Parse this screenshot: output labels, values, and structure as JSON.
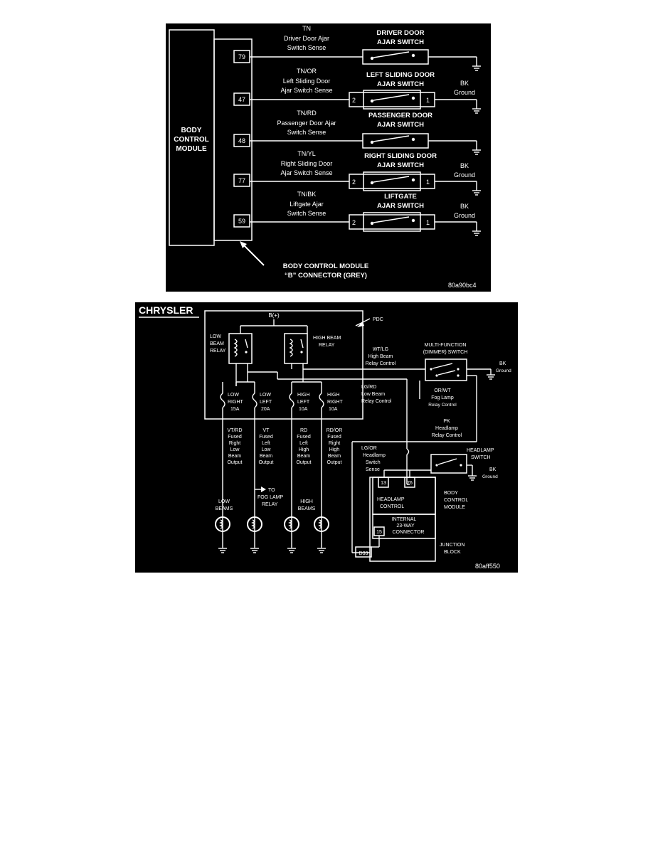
{
  "door_ajar_diagram": {
    "module_label": [
      "BODY",
      "CONTROL",
      "MODULE"
    ],
    "pins": [
      "79",
      "47",
      "48",
      "77",
      "59"
    ],
    "circuits": [
      {
        "color": "TN",
        "desc": [
          "Driver Door Ajar",
          "Switch Sense"
        ],
        "switch": [
          "DRIVER DOOR",
          "AJAR SWITCH"
        ],
        "ground": null
      },
      {
        "color": "TN/OR",
        "desc": [
          "Left Sliding Door",
          "Ajar Switch Sense"
        ],
        "switch": [
          "LEFT SLIDING DOOR",
          "AJAR SWITCH"
        ],
        "ground": [
          "BK",
          "Ground"
        ]
      },
      {
        "color": "TN/RD",
        "desc": [
          "Passenger Door Ajar",
          "Switch Sense"
        ],
        "switch": [
          "PASSENGER DOOR",
          "AJAR SWITCH"
        ],
        "ground": null
      },
      {
        "color": "TN/YL",
        "desc": [
          "Right Sliding Door",
          "Ajar Switch Sense"
        ],
        "switch": [
          "RIGHT SLIDING DOOR",
          "AJAR SWITCH"
        ],
        "ground": [
          "BK",
          "Ground"
        ]
      },
      {
        "color": "TN/BK",
        "desc": [
          "Liftgate Ajar",
          "Switch Sense"
        ],
        "switch": [
          "LIFTGATE",
          "AJAR SWITCH"
        ],
        "ground": [
          "BK",
          "Ground"
        ]
      }
    ],
    "switch_pin_left": "2",
    "switch_pin_right": "1",
    "connector_label": [
      "BODY CONTROL MODULE",
      "“B” CONNECTOR (GREY)"
    ],
    "figure_code": "80a90bc4"
  },
  "headlamp_diagram": {
    "brand": "CHRYSLER",
    "bplus": "B(+)",
    "pdc": "PDC",
    "low_relay": [
      "LOW",
      "BEAM",
      "RELAY"
    ],
    "high_relay": [
      "HIGH BEAM",
      "RELAY"
    ],
    "fuses": [
      {
        "label": [
          "LOW",
          "RIGHT",
          "15A"
        ]
      },
      {
        "label": [
          "LOW",
          "LEFT",
          "20A"
        ]
      },
      {
        "label": [
          "HIGH",
          "LEFT",
          "10A"
        ]
      },
      {
        "label": [
          "HIGH",
          "RIGHT",
          "10A"
        ]
      }
    ],
    "outputs": [
      [
        "VT/RD",
        "Fused",
        "Right",
        "Low",
        "Beam",
        "Output"
      ],
      [
        "VT",
        "Fused",
        "Left",
        "Low",
        "Beam",
        "Output"
      ],
      [
        "RD",
        "Fused",
        "Left",
        "High",
        "Beam",
        "Output"
      ],
      [
        "RD/OR",
        "Fused",
        "Right",
        "High",
        "Beam",
        "Output"
      ]
    ],
    "high_beam_ctrl": [
      "WT/LG",
      "High Beam",
      "Relay Control"
    ],
    "low_beam_ctrl": [
      "LG/RD",
      "Low Beam",
      "Relay Control"
    ],
    "mf_switch": [
      "MULTI-FUNCTION",
      "(DIMMER) SWITCH"
    ],
    "mf_ground": [
      "BK",
      "Ground"
    ],
    "fog_ctrl": [
      "OR/WT",
      "Fog Lamp",
      "Relay Control"
    ],
    "pk_ctrl": [
      "PK",
      "Headlamp",
      "Relay Control"
    ],
    "hl_switch_sense": [
      "LG/OR",
      "Headlamp",
      "Switch",
      "Sense"
    ],
    "hl_switch": [
      "HEADLAMP",
      "SWITCH"
    ],
    "hl_ground": [
      "BK",
      "Ground"
    ],
    "bcm_pins": [
      "13",
      "76"
    ],
    "hl_control": [
      "HEADLAMP",
      "CONTROL"
    ],
    "bcm_label": [
      "BODY",
      "CONTROL",
      "MODULE"
    ],
    "internal_conn": [
      "INTERNAL",
      "23-WAY",
      "CONNECTOR"
    ],
    "jb_pins": [
      "15",
      "D33"
    ],
    "jb_label": [
      "JUNCTION",
      "BLOCK"
    ],
    "low_beams": [
      "LOW",
      "BEAMS"
    ],
    "fog_relay": [
      "TO",
      "FOG LAMP",
      "RELAY"
    ],
    "high_beams": [
      "HIGH",
      "BEAMS"
    ],
    "figure_code": "80aff550"
  }
}
